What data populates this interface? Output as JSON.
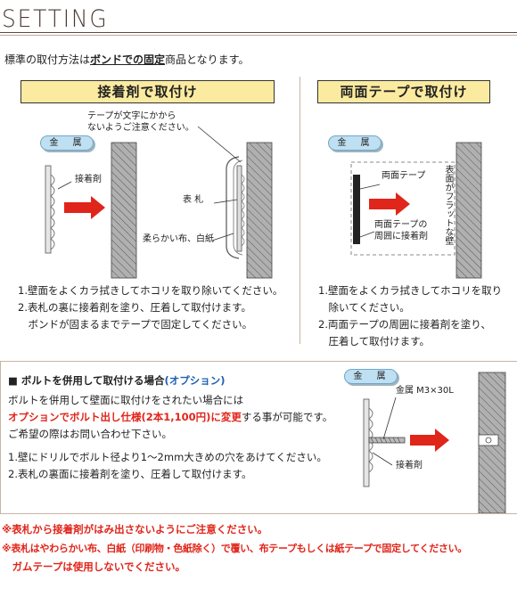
{
  "header": {
    "title": "SETTING"
  },
  "intro": {
    "prefix": "標準の取付方法は",
    "emphasis": "ボンドでの固定",
    "suffix": "商品となります。"
  },
  "left_panel": {
    "title": "接着剤で取付け",
    "callout_tape": [
      "テープが文字にかから",
      "ないようご注意ください。"
    ],
    "label_metal": "金　属",
    "label_adhesive": "接着剤",
    "label_plate": "表 札",
    "label_cloth": "柔らかい布、白紙",
    "steps": [
      "1.壁面をよくカラ拭きしてホコリを取り除いてください。",
      "2.表札の裏に接着剤を塗り、圧着して取付けます。",
      "　ボンドが固まるまでテープで固定してください。"
    ]
  },
  "right_panel": {
    "title": "両面テープで取付け",
    "label_metal": "金　属",
    "label_tape": "両面テープ",
    "label_tape_adhesive": [
      "両面テープの",
      "周囲に接着剤"
    ],
    "vertical_note": "表面がフラットな壁",
    "steps": [
      "1.壁面をよくカラ拭きしてホコリを取り",
      "　除いてください。",
      "2.両面テープの周囲に接着剤を塗り、",
      "　圧着して取付けます。"
    ]
  },
  "option": {
    "title_prefix": "■ ボルトを併用して取付ける場合",
    "title_option": "(オプション)",
    "line1": "ボルトを併用して壁面に取付けをされたい場合には",
    "line2_red": "オプションでボルト出し仕様(2本1,100円)に変更",
    "line2_rest": "する事が可能です。",
    "line3": "ご希望の際はお問い合わせ下さい。",
    "step1": "1.壁にドリルでボルト径より1～2mm大きめの穴をあけてください。",
    "step2": "2.表札の裏面に接着剤を塗り、圧着して取付けます。",
    "label_metal": "金　属",
    "label_bolt": "金属 M3×30L",
    "label_adhesive": "接着剤"
  },
  "notes": [
    "※表札から接着剤がはみ出さないようにご注意ください。",
    "※表札はやわらかい布、白紙（印刷物・色紙除く）で覆い、布テープもしくは紙テープで固定してください。",
    "　ガムテープは使用しないでください。"
  ],
  "colors": {
    "title_bg": "#fbeba0",
    "pill_bg": "#bfe0f2",
    "arrow_red": "#e0251a",
    "wall_gray": "#a8a8a8",
    "divider": "#c8b4a4"
  }
}
